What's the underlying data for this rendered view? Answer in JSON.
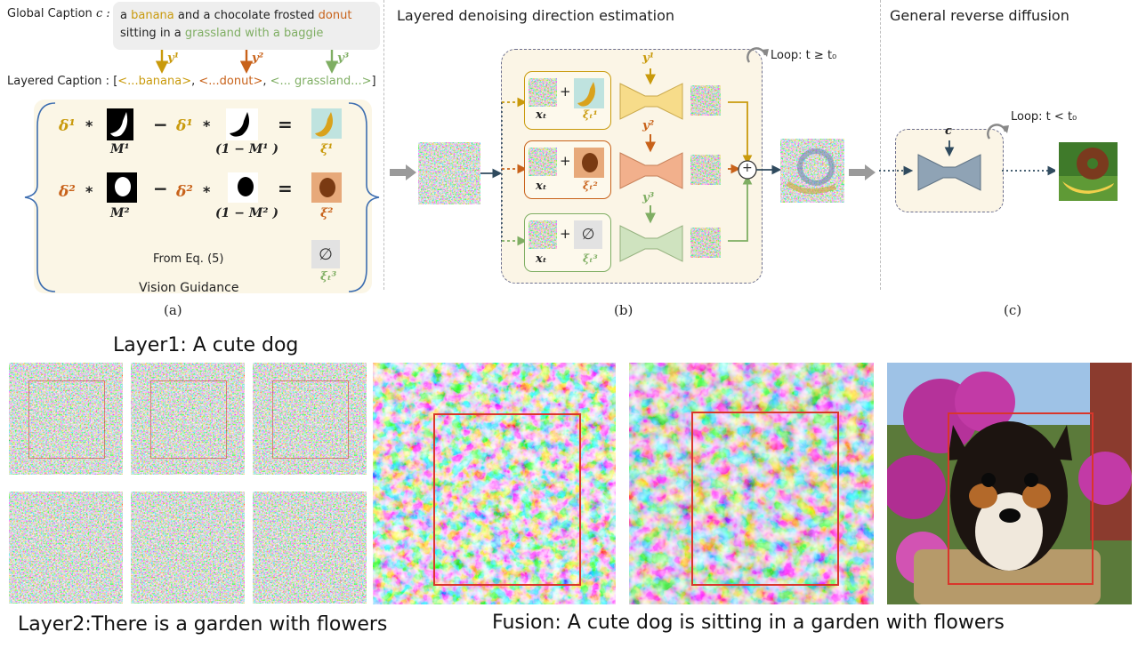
{
  "panel_a": {
    "global_caption_label": "Global Caption",
    "global_caption_var": "c :",
    "global_caption_parts": [
      {
        "text": "a ",
        "color": "#222222"
      },
      {
        "text": "banana",
        "color": "#c99a0c"
      },
      {
        "text": " and a chocolate frosted ",
        "color": "#222222"
      },
      {
        "text": "donut",
        "color": "#c8621a"
      }
    ],
    "global_caption_line2_parts": [
      {
        "text": "sitting in a ",
        "color": "#222222"
      },
      {
        "text": "grassland with a baggie",
        "color": "#7fae63"
      }
    ],
    "y_labels": [
      "y¹",
      "y²",
      "y³"
    ],
    "layered_caption_label": "Layered Caption :",
    "layered_caption_open": "[",
    "layered_caption_items": [
      "<...banana>",
      "<...donut>",
      "<... grassland...>"
    ],
    "layered_caption_sep": ",",
    "layered_caption_close": "]",
    "row1": {
      "delta": "δ¹",
      "mask": "M¹",
      "inv_mask": "(1 − M¹ )",
      "xi": "ξ¹"
    },
    "row2": {
      "delta": "δ²",
      "mask": "M²",
      "inv_mask": "(1 − M² )",
      "xi": "ξ²"
    },
    "row3": {
      "from_eq": "From Eq. (5)",
      "xi": "ξₜ³",
      "empty_symbol": "∅"
    },
    "ops": {
      "times": "*",
      "minus": "−",
      "equals": "="
    },
    "vision_guidance": "Vision Guidance",
    "tag": "(a)"
  },
  "panel_b": {
    "title": "Layered denoising direction estimation",
    "loop": "Loop: t ≥ t₀",
    "rows": [
      {
        "x": "xₜ",
        "xi": "ξₜ¹",
        "y": "y¹"
      },
      {
        "x": "xₜ",
        "xi": "ξₜ²",
        "y": "y²"
      },
      {
        "x": "xₜ",
        "xi": "ξₜ³",
        "y": "y³"
      }
    ],
    "plus": "+",
    "sum_symbol": "+",
    "empty_symbol": "∅",
    "tag": "(b)"
  },
  "panel_c": {
    "title": "General reverse diffusion",
    "loop": "Loop: t < t₀",
    "c_label": "c",
    "tag": "(c)"
  },
  "bottom": {
    "layer1": "Layer1: A cute dog",
    "layer2": "Layer2:There is a garden with flowers",
    "fusion": "Fusion: A cute dog is sitting in a garden with flowers"
  },
  "colors": {
    "banana": "#c99a0c",
    "donut": "#c8621a",
    "grass": "#7fae63",
    "unet1": "#f7dc8a",
    "unet2": "#f2b08c",
    "unet3": "#cfe3bf",
    "unet_c": "#8fa3b5",
    "bbox": "#d9362b"
  }
}
